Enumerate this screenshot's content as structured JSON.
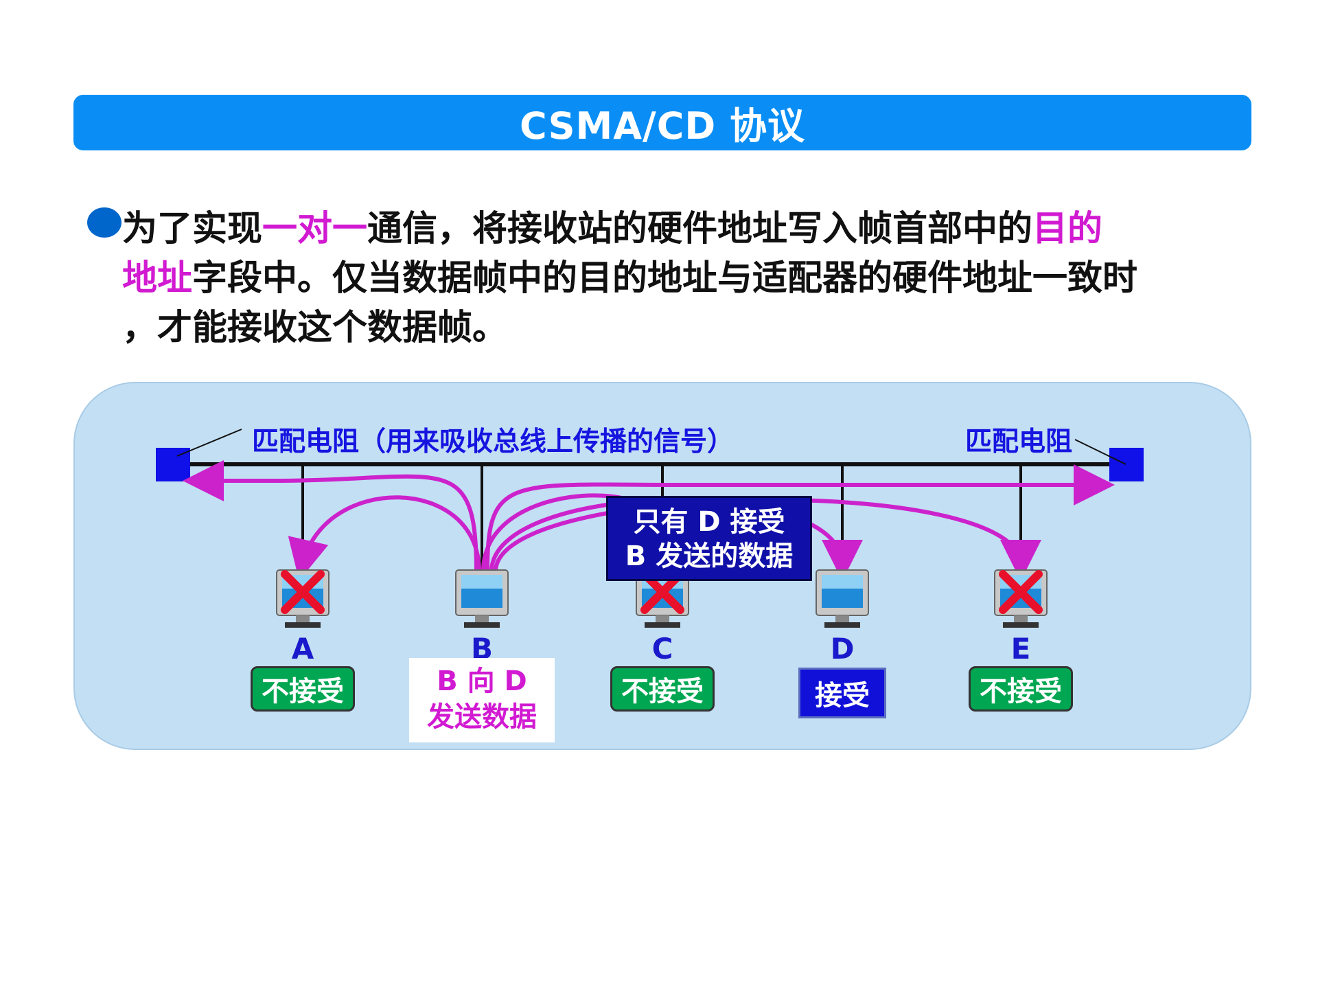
{
  "title": "CSMA/CD 协议",
  "paragraph": {
    "line1": [
      {
        "text": "为了实现",
        "hl": false
      },
      {
        "text": "一对一",
        "hl": true
      },
      {
        "text": "通信，将接收站的硬件地址写入帧首部中的",
        "hl": false
      },
      {
        "text": "目的",
        "hl": true
      }
    ],
    "line2": [
      {
        "text": "地址",
        "hl": true
      },
      {
        "text": "字段中。仅当数据帧中的目的地址与适配器的硬件地址一致时",
        "hl": false
      }
    ],
    "line3": [
      {
        "text": "，才能接收这个数据帧。",
        "hl": false
      }
    ]
  },
  "diagram": {
    "terminator_left_label": "匹配电阻（用来吸收总线上传播的信号）",
    "terminator_right_label": "匹配电阻",
    "callout_only_d": [
      "只有 D 接受",
      "B 发送的数据"
    ],
    "b_send": [
      "B 向 D",
      "发送数据"
    ],
    "stations": [
      {
        "letter": "A",
        "status": "不接受",
        "accepts": false,
        "sender": false
      },
      {
        "letter": "B",
        "status": "",
        "accepts": false,
        "sender": true
      },
      {
        "letter": "C",
        "status": "不接受",
        "accepts": false,
        "sender": false
      },
      {
        "letter": "D",
        "status": "接受",
        "accepts": true,
        "sender": false
      },
      {
        "letter": "E",
        "status": "不接受",
        "accepts": false,
        "sender": false
      }
    ],
    "colors": {
      "title_bg": "#0a8ef5",
      "highlight": "#d11ad1",
      "signal": "#cc22cc",
      "terminator": "#1010e8",
      "reject_box": "#00a651",
      "accept_box": "#1010d8",
      "reject_mark": "#e8102a"
    }
  }
}
